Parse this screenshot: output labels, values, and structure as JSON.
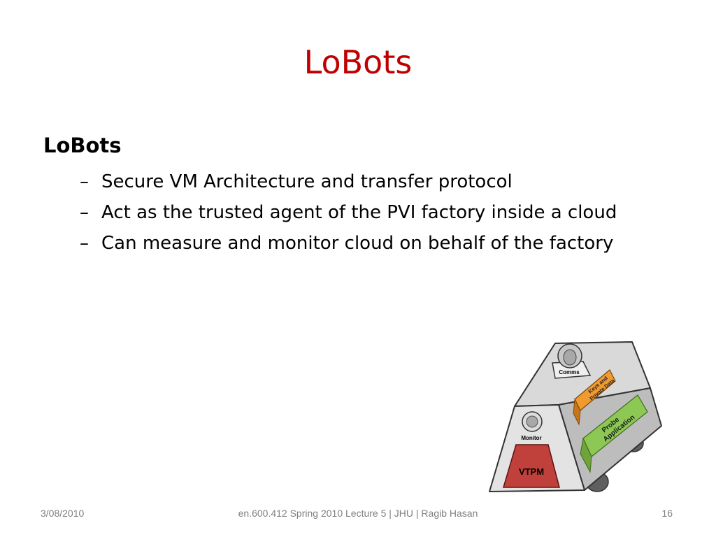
{
  "slide": {
    "title": "LoBots",
    "heading": "LoBots",
    "bullets": [
      {
        "dash": "–",
        "text": "Secure VM Architecture and transfer protocol"
      },
      {
        "dash": "–",
        "text": "Act as the trusted agent of the PVI factory inside a cloud"
      },
      {
        "dash": "–",
        "text": "Can measure and monitor cloud on  behalf of the factory"
      }
    ]
  },
  "illustration": {
    "comms_label": "Comms",
    "keys_label_line1": "Keys and",
    "keys_label_line2": "Private Data",
    "probe_label_line1": "Probe",
    "probe_label_line2": "Application",
    "monitor_label": "Monitor",
    "vtpm_label": "VTPM",
    "colors": {
      "vtpm": "#c0413b",
      "keys": "#f09a30",
      "probe": "#8dc855",
      "body": "#d9d9d9"
    }
  },
  "footer": {
    "date": "3/08/2010",
    "center": "en.600.412 Spring 2010 Lecture 5 | JHU | Ragib Hasan",
    "page": "16"
  }
}
